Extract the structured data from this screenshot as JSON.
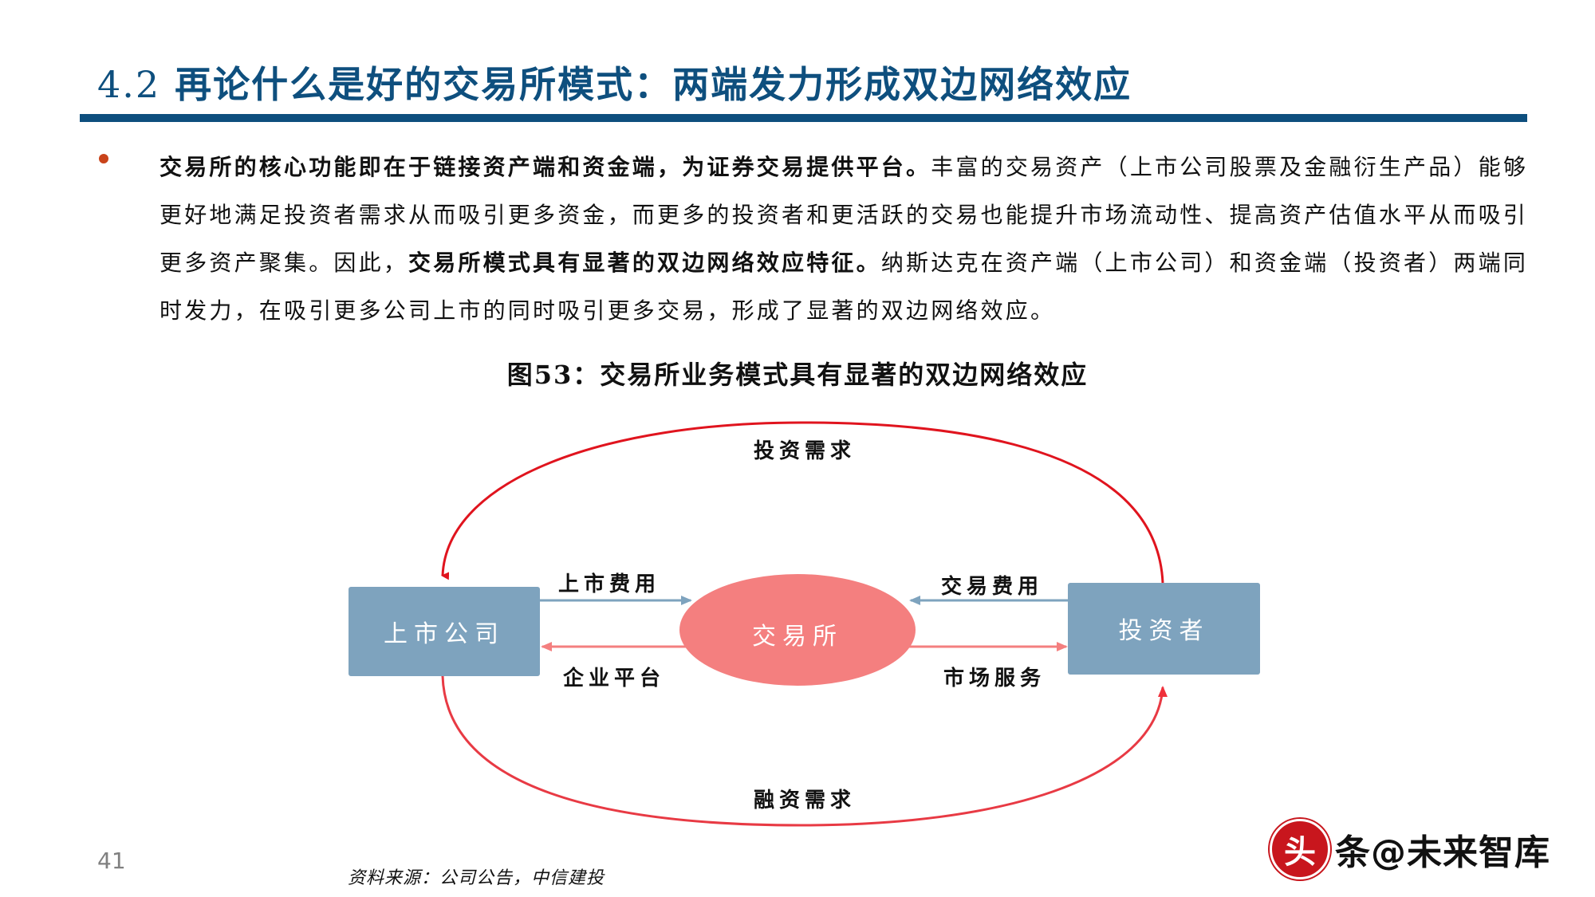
{
  "header": {
    "section_number": "4.2",
    "title": "再论什么是好的交易所模式：两端发力形成双边网络效应"
  },
  "body": {
    "segments": [
      {
        "text": "交易所的核心功能即在于链接资产端和资金端，为证券交易提供平台。",
        "bold": true
      },
      {
        "text": "丰富的交易资产（上市公司股票及金融衍生产品）能够更好地满足投资者需求从而吸引更多资金，而更多的投资者和更活跃的交易也能提升市场流动性、提高资产估值水平从而吸引更多资产聚集。因此，",
        "bold": false
      },
      {
        "text": "交易所模式具有显著的双边网络效应特征。",
        "bold": true
      },
      {
        "text": "纳斯达克在资产端（上市公司）和资金端（投资者）两端同时发力，在吸引更多公司上市的同时吸引更多交易，形成了显著的双边网络效应。",
        "bold": false
      }
    ]
  },
  "figure": {
    "caption": "图53：交易所业务模式具有显著的双边网络效应",
    "nodes": {
      "left": "上市公司",
      "center": "交易所",
      "right": "投资者"
    },
    "edges": {
      "top_arc": "投资需求",
      "bottom_arc": "融资需求",
      "left_to_center": "上市费用",
      "center_to_left": "企业平台",
      "right_to_center": "交易费用",
      "center_to_right": "市场服务"
    },
    "colors": {
      "box": "#7ea3be",
      "ellipse": "#f47f7f",
      "arc": "#e0141e",
      "blue_arrow": "#7ea3be",
      "pink_arrow": "#f47f7f"
    }
  },
  "footer": {
    "page_number": "41",
    "source": "资料来源：公司公告，中信建投"
  },
  "watermark": {
    "badge": "头",
    "text": "条@未来智库"
  }
}
